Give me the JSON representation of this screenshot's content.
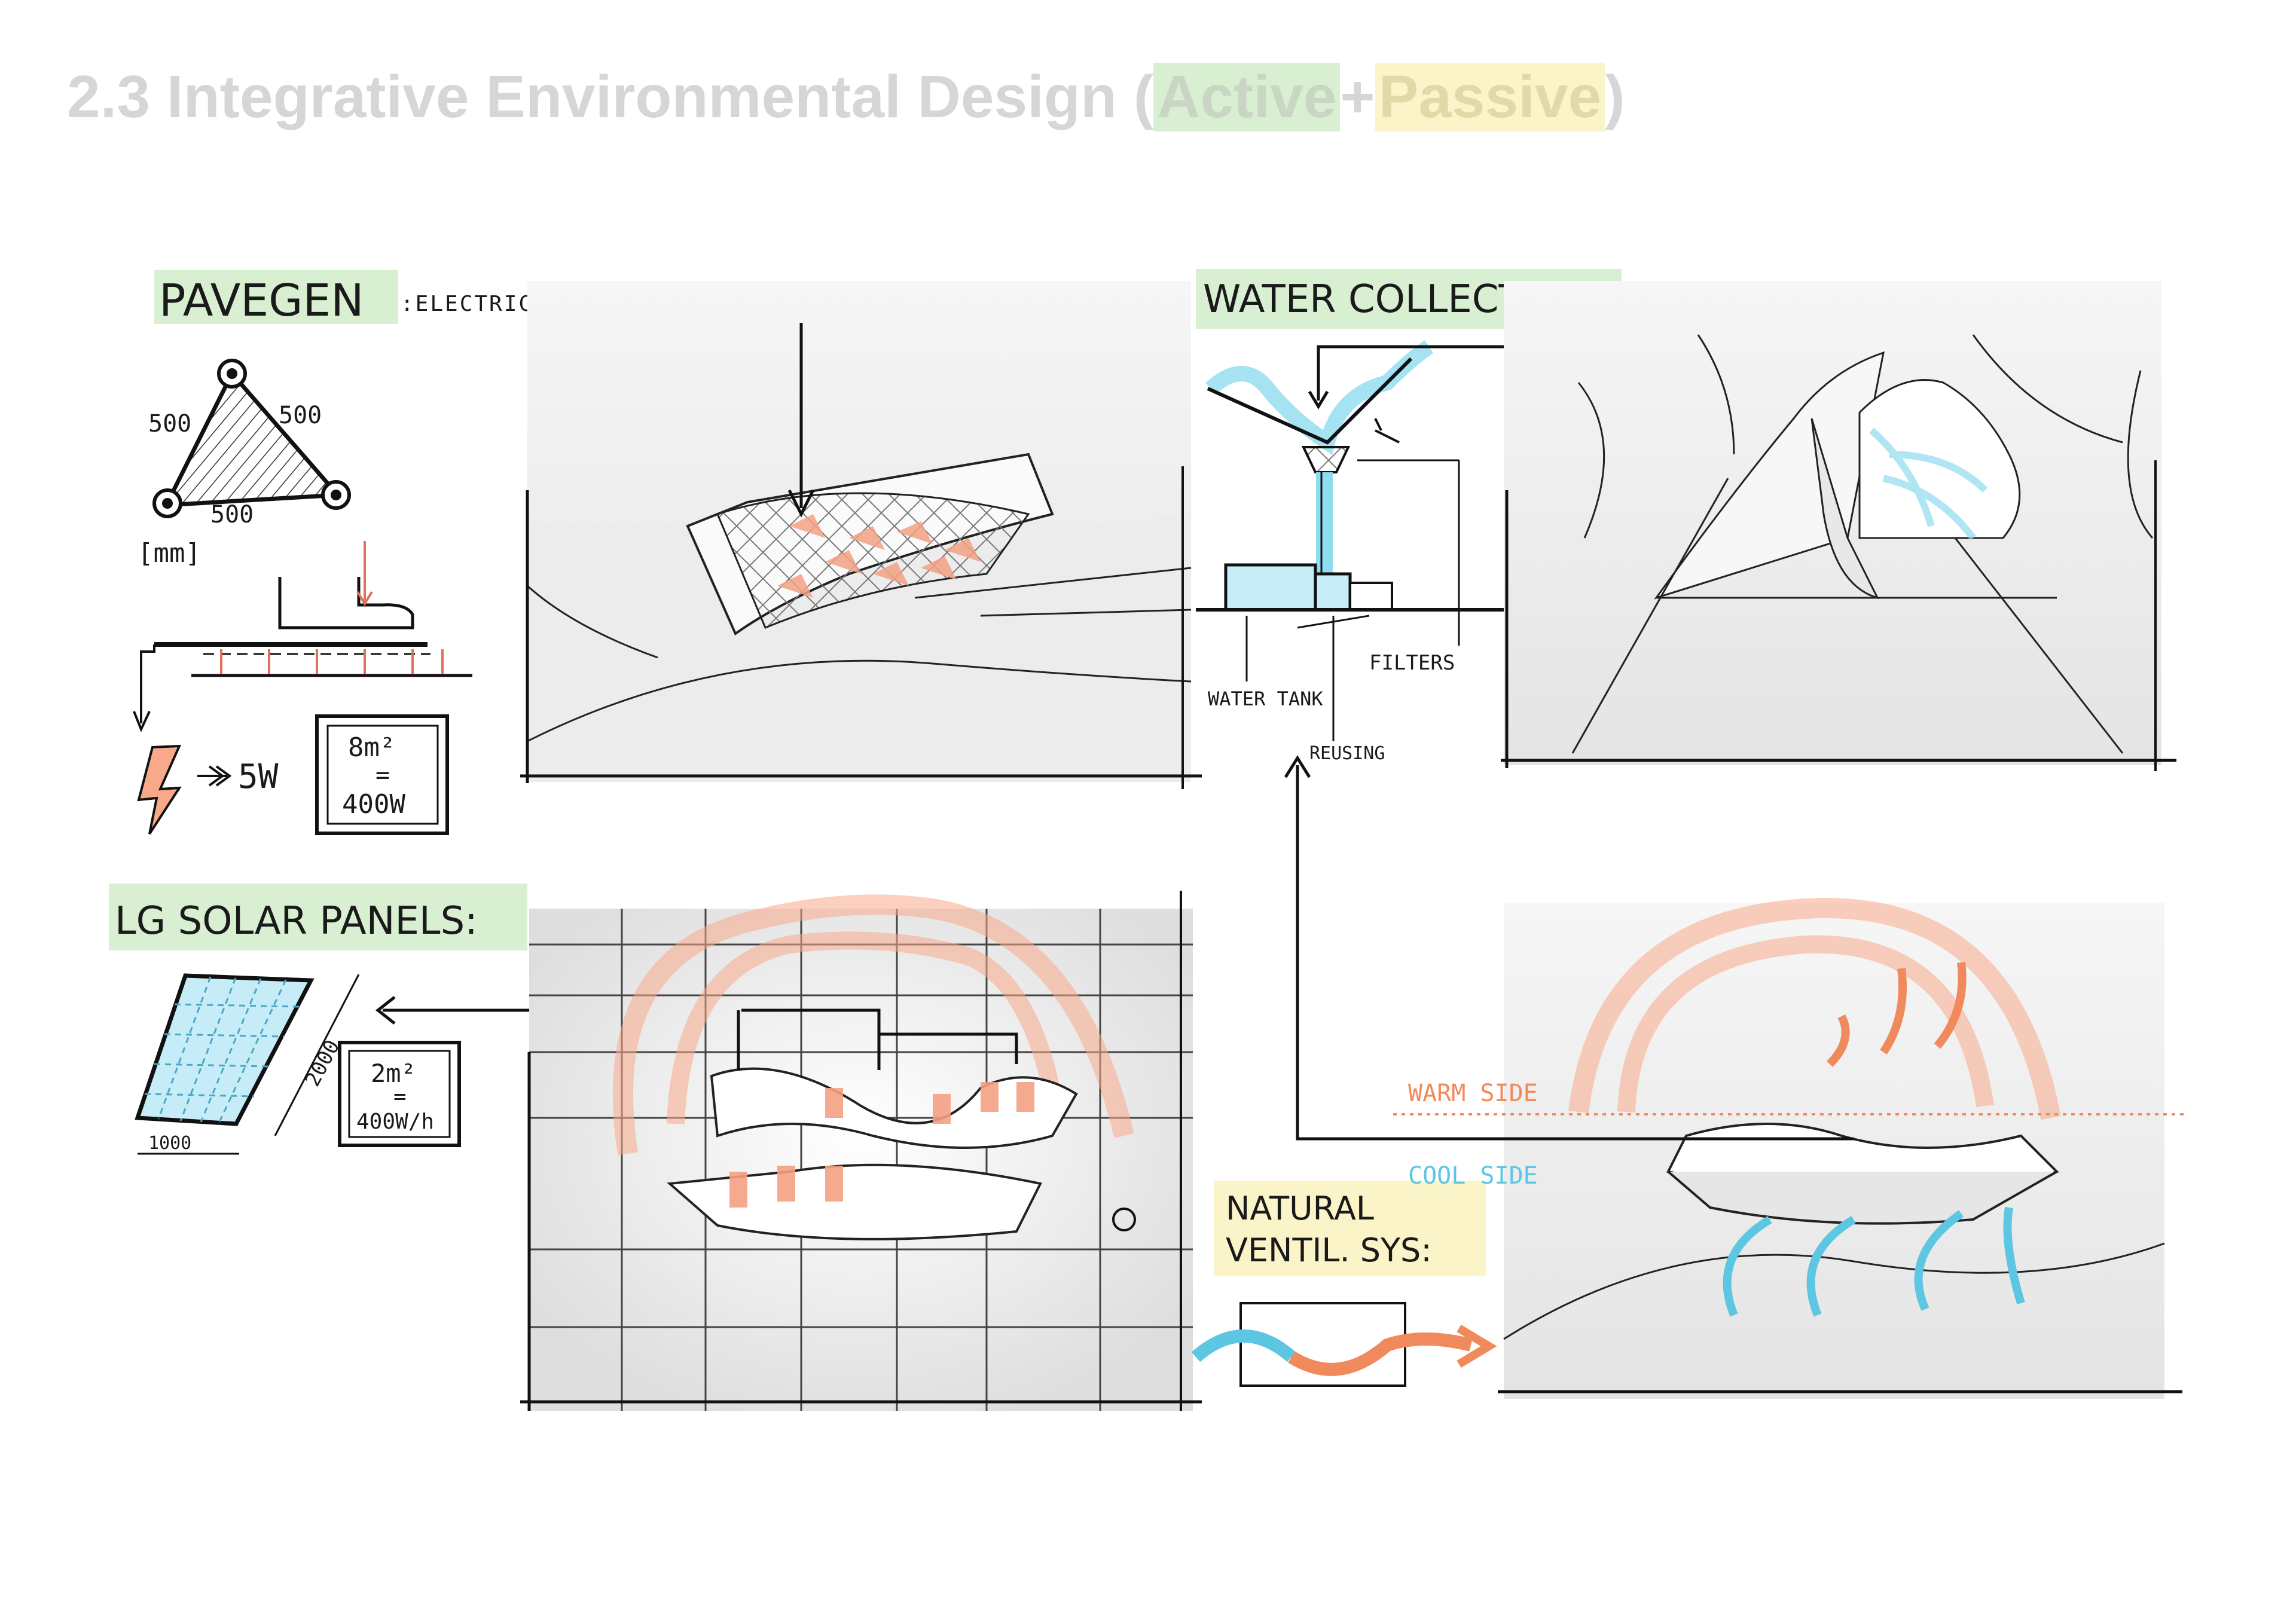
{
  "title": {
    "prefix": "2.3 Integrative Environmental Design (",
    "active": "Active",
    "plus": " + ",
    "passive": "Passive",
    "suffix": ")"
  },
  "pavegen": {
    "heading": "PAVEGEN",
    "subtitle": ":ELECTRICITY GENERATING PATH",
    "dims": [
      "500",
      "500",
      "500"
    ],
    "unit": "[mm]",
    "output": "5W",
    "box_top": "8m²",
    "box_eq": "=",
    "box_bottom": "400W"
  },
  "water": {
    "heading": "WATER COLLECTION:",
    "label_tank": "WATER TANK",
    "label_filters": "FILTERS",
    "label_reusing": "REUSING"
  },
  "solar": {
    "heading": "LG SOLAR PANELS:",
    "dim_long": "2000",
    "dim_short": "1000",
    "box_top": "2m²",
    "box_eq": "=",
    "box_bottom": "400W/h"
  },
  "ventilation": {
    "heading_line1": "NATURAL",
    "heading_line2": "VENTIL. SYS:",
    "warm": "WARM SIDE",
    "cool": "COOL SIDE"
  },
  "colors": {
    "active_hl": "#d9efd2",
    "passive_hl": "#fbf4c8",
    "warm": "#f08a5d",
    "cool": "#5cc6e3",
    "ink": "#1a1a1a"
  }
}
